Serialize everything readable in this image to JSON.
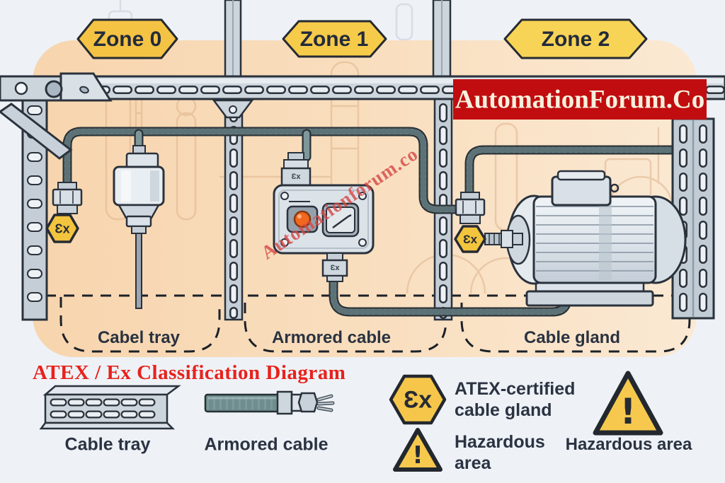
{
  "header": {
    "zones": [
      "Zone 0",
      "Zone 1",
      "Zone 2"
    ],
    "brand_banner": "AutomationForum.Co"
  },
  "watermark": "Automationforum.co",
  "regions": {
    "zone0_label": "Cabel tray",
    "zone1_label": "Armored cable",
    "zone2_label": "Cable gland"
  },
  "title": "ATEX / Ex Classification Diagram",
  "legend": {
    "cable_tray": "Cable tray",
    "armored_cable": "Armored cable",
    "atex_line1": "ATEX-certified",
    "atex_line2": "cable gland",
    "hazardous_line1": "Hazardous",
    "hazardous_line2": "area",
    "hazardous_area": "Hazardous area"
  },
  "symbols": {
    "ex": "Ɛx",
    "warning": "!",
    "gland_mark": "Ɛx"
  },
  "colors": {
    "banner_red": "#c10d10",
    "badge_yellow": "#f6c84e",
    "panel_peach": "#f7d7b1",
    "title_red": "#e8211c",
    "cable_teal": "#7e979b",
    "steel_gray": "#cdd5dd"
  }
}
